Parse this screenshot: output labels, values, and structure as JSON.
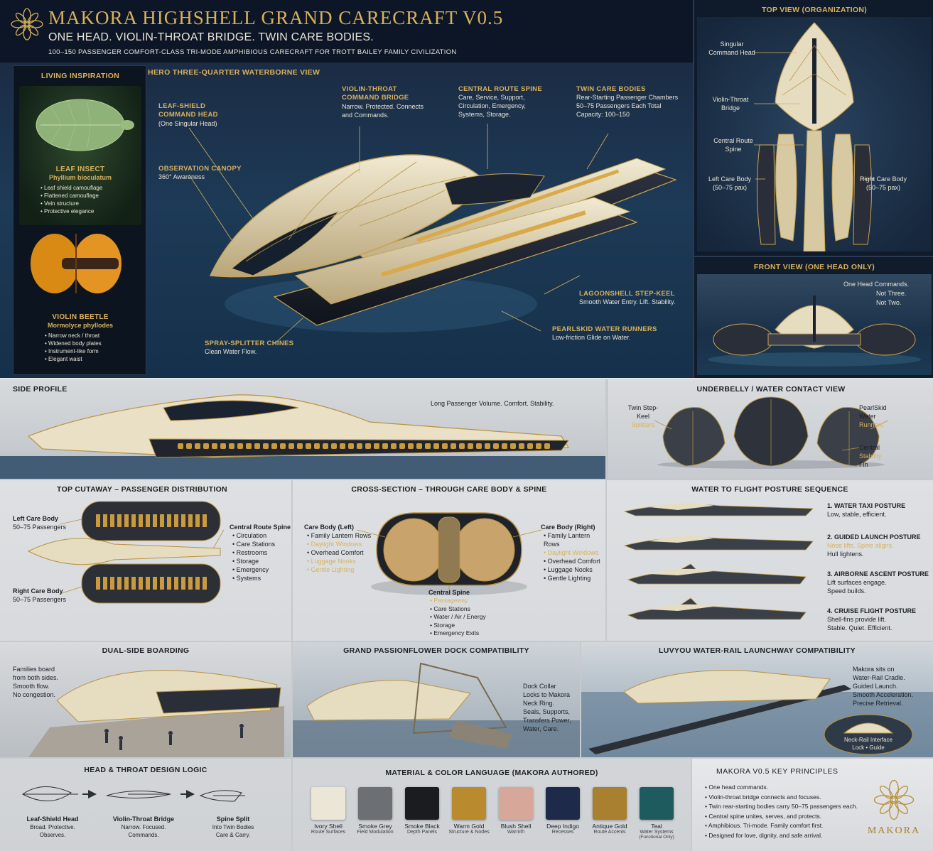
{
  "header": {
    "title": "MAKORA HIGHSHELL GRAND CARECRAFT V0.5",
    "tagline": "ONE HEAD. VIOLIN-THROAT BRIDGE. TWIN CARE BODIES.",
    "subtitle": "100–150 PASSENGER COMFORT-CLASS TRI-MODE AMPHIBIOUS CARECRAFT FOR TROTT BAILEY FAMILY CIVILIZATION"
  },
  "inspiration": {
    "title": "LIVING INSPIRATION",
    "leaf": {
      "name": "LEAF INSECT",
      "latin": "Phyllium bioculatum",
      "traits": [
        "Leaf shield camouflage",
        "Flattened camouflage",
        "Vein structure",
        "Protective elegance"
      ]
    },
    "beetle": {
      "name": "VIOLIN BEETLE",
      "latin": "Mormolyce phyllodes",
      "traits": [
        "Narrow neck / throat",
        "Widened body plates",
        "Instrument-like form",
        "Elegant waist"
      ]
    }
  },
  "hero": {
    "title": "HERO THREE-QUARTER WATERBORNE VIEW",
    "callouts": {
      "head": {
        "title": "LEAF-SHIELD COMMAND HEAD",
        "desc": "(One Singular Head)"
      },
      "canopy": {
        "title": "OBSERVATION CANOPY",
        "desc": "360° Awareness"
      },
      "bridge": {
        "title": "VIOLIN-THROAT COMMAND BRIDGE",
        "desc": "Narrow. Protected. Connects and Commands."
      },
      "spine": {
        "title": "CENTRAL ROUTE SPINE",
        "desc": "Care, Service, Support, Circulation, Emergency, Systems, Storage."
      },
      "twin": {
        "title": "TWIN CARE BODIES",
        "desc": "Rear-Starting Passenger Chambers 50–75 Passengers Each Total Capacity: 100–150"
      },
      "keel": {
        "title": "LAGOONSHELL STEP-KEEL",
        "desc": "Smooth Water Entry. Lift. Stability."
      },
      "runners": {
        "title": "PEARLSKID WATER RUNNERS",
        "desc": "Low-friction Glide on Water."
      },
      "chines": {
        "title": "SPRAY-SPLITTER CHINES",
        "desc": "Clean Water Flow."
      }
    }
  },
  "top_view": {
    "title": "TOP VIEW (ORGANIZATION)",
    "labels": {
      "head": "Singular Command Head",
      "bridge": "Violin-Throat Bridge",
      "spine": "Central Route Spine",
      "left": "Left Care Body (50–75 pax)",
      "right": "Right Care Body (50–75 pax)"
    }
  },
  "front_view": {
    "title": "FRONT VIEW (ONE HEAD ONLY)",
    "note1": "One Head Commands.",
    "note2": "Not Three.",
    "note3": "Not Two."
  },
  "side_profile": {
    "title": "SIDE PROFILE",
    "note": "Long Passenger Volume. Comfort. Stability."
  },
  "underbelly": {
    "title": "UNDERBELLY / WATER CONTACT VIEW",
    "twin": "Twin Step-Keel",
    "twin_sub": "Splitters",
    "pearl": "PearlSkid Water",
    "pearl_sub": "Runners",
    "central": "Central",
    "central_sub": "Stability",
    "central_end": "Fin"
  },
  "cutaway": {
    "title": "TOP CUTAWAY – PASSENGER DISTRIBUTION",
    "left_title": "Left Care Body",
    "left_sub": "50–75 Passengers",
    "right_title": "Right Care Body",
    "right_sub": "50–75 Passengers",
    "spine_title": "Central Route Spine",
    "spine_items": [
      "Circulation",
      "Care Stations",
      "Restrooms",
      "Storage",
      "Emergency",
      "Systems"
    ]
  },
  "cross_section": {
    "title": "CROSS-SECTION – THROUGH CARE BODY & SPINE",
    "left_title": "Care Body (Left)",
    "left_items": [
      "Family Lantern Rows",
      "Daylight Windows",
      "Overhead Comfort",
      "Luggage Nooks",
      "Gentle Lighting"
    ],
    "right_title": "Care Body (Right)",
    "right_items": [
      "Family Lantern Rows",
      "Daylight Windows",
      "Overhead Comfort",
      "Luggage Nooks",
      "Gentle Lighting"
    ],
    "spine_title": "Central Spine",
    "spine_items": [
      "Passageway",
      "Care Stations",
      "Water / Air / Energy",
      "Storage",
      "Emergency Exits"
    ]
  },
  "flight": {
    "title": "WATER TO FLIGHT POSTURE SEQUENCE",
    "steps": [
      {
        "title": "1. WATER TAXI POSTURE",
        "l1": "Low, stable, efficient.",
        "l2": ""
      },
      {
        "title": "2. GUIDED LAUNCH POSTURE",
        "l1": "Nose lifts. Spine aligns.",
        "l2": "Hull lightens."
      },
      {
        "title": "3. AIRBORNE ASCENT POSTURE",
        "l1": "Lift surfaces engage.",
        "l2": "Speed builds."
      },
      {
        "title": "4. CRUISE FLIGHT POSTURE",
        "l1": "Shell-fins provide lift.",
        "l2": "Stable. Quiet. Efficient."
      }
    ]
  },
  "boarding": {
    "title": "DUAL-SIDE BOARDING",
    "lines": [
      "Families board",
      "from both sides.",
      "Smooth flow.",
      "No congestion."
    ]
  },
  "dock": {
    "title": "GRAND PASSIONFLOWER DOCK COMPATIBILITY",
    "lines": [
      "Dock Collar",
      "Locks to Makora",
      "Neck Ring.",
      "Seals, Supports,",
      "Transfers Power,",
      "Water, Care."
    ]
  },
  "rail": {
    "title": "LUVYOU WATER-RAIL LAUNCHWAY COMPATIBILITY",
    "lines": [
      "Makora sits on",
      "Water-Rail Cradle.",
      "Guided Launch.",
      "Smooth Acceleration.",
      "Precise Retrieval."
    ],
    "inset1": "Neck-Rail Interface",
    "inset2": "Lock • Guide"
  },
  "logic": {
    "title": "HEAD & THROAT DESIGN LOGIC",
    "steps": [
      {
        "title": "Leaf-Shield Head",
        "l1": "Broad. Protective.",
        "l2": "Observes."
      },
      {
        "title": "Violin-Throat Bridge",
        "l1": "Narrow. Focused.",
        "l2": "Commands."
      },
      {
        "title": "Spine Split",
        "l1": "Into Twin Bodies",
        "l2": "Care & Carry."
      }
    ]
  },
  "materials": {
    "title": "MATERIAL & COLOR LANGUAGE (MAKORA AUTHORED)",
    "swatches": [
      {
        "name": "Ivory Shell",
        "use": "Route Surfaces",
        "color": "#ece6d6",
        "extra": ""
      },
      {
        "name": "Smoke Grey",
        "use": "Field Modulation",
        "color": "#6c6f73",
        "extra": ""
      },
      {
        "name": "Smoke Black",
        "use": "Depth Panels",
        "color": "#1a1c1f",
        "extra": ""
      },
      {
        "name": "Warm Gold",
        "use": "Structure & Nodes",
        "color": "#b98a2e",
        "extra": ""
      },
      {
        "name": "Blush Shell",
        "use": "Warmth",
        "color": "#d7a89a",
        "extra": ""
      },
      {
        "name": "Deep Indigo",
        "use": "Recesses",
        "color": "#1d2a4a",
        "extra": ""
      },
      {
        "name": "Antique Gold",
        "use": "Route Accents",
        "color": "#a8802f",
        "extra": ""
      },
      {
        "name": "Teal",
        "use": "Water Systems",
        "color": "#1d5b5f",
        "extra": "(Functional Only)"
      }
    ]
  },
  "principles": {
    "title": "MAKORA V0.5 KEY PRINCIPLES",
    "items": [
      "One head commands.",
      "Violin-throat bridge connects and focuses.",
      "Twin rear-starting bodies carry 50–75 passengers each.",
      "Central spine unites, serves, and protects.",
      "Amphibious. Tri-mode. Family comfort first.",
      "Designed for love, dignity, and safe arrival."
    ],
    "brand": "MAKORA"
  },
  "colors": {
    "gold": "#d9b15c",
    "navy": "#0c1524",
    "ivory": "#ece6d6"
  }
}
